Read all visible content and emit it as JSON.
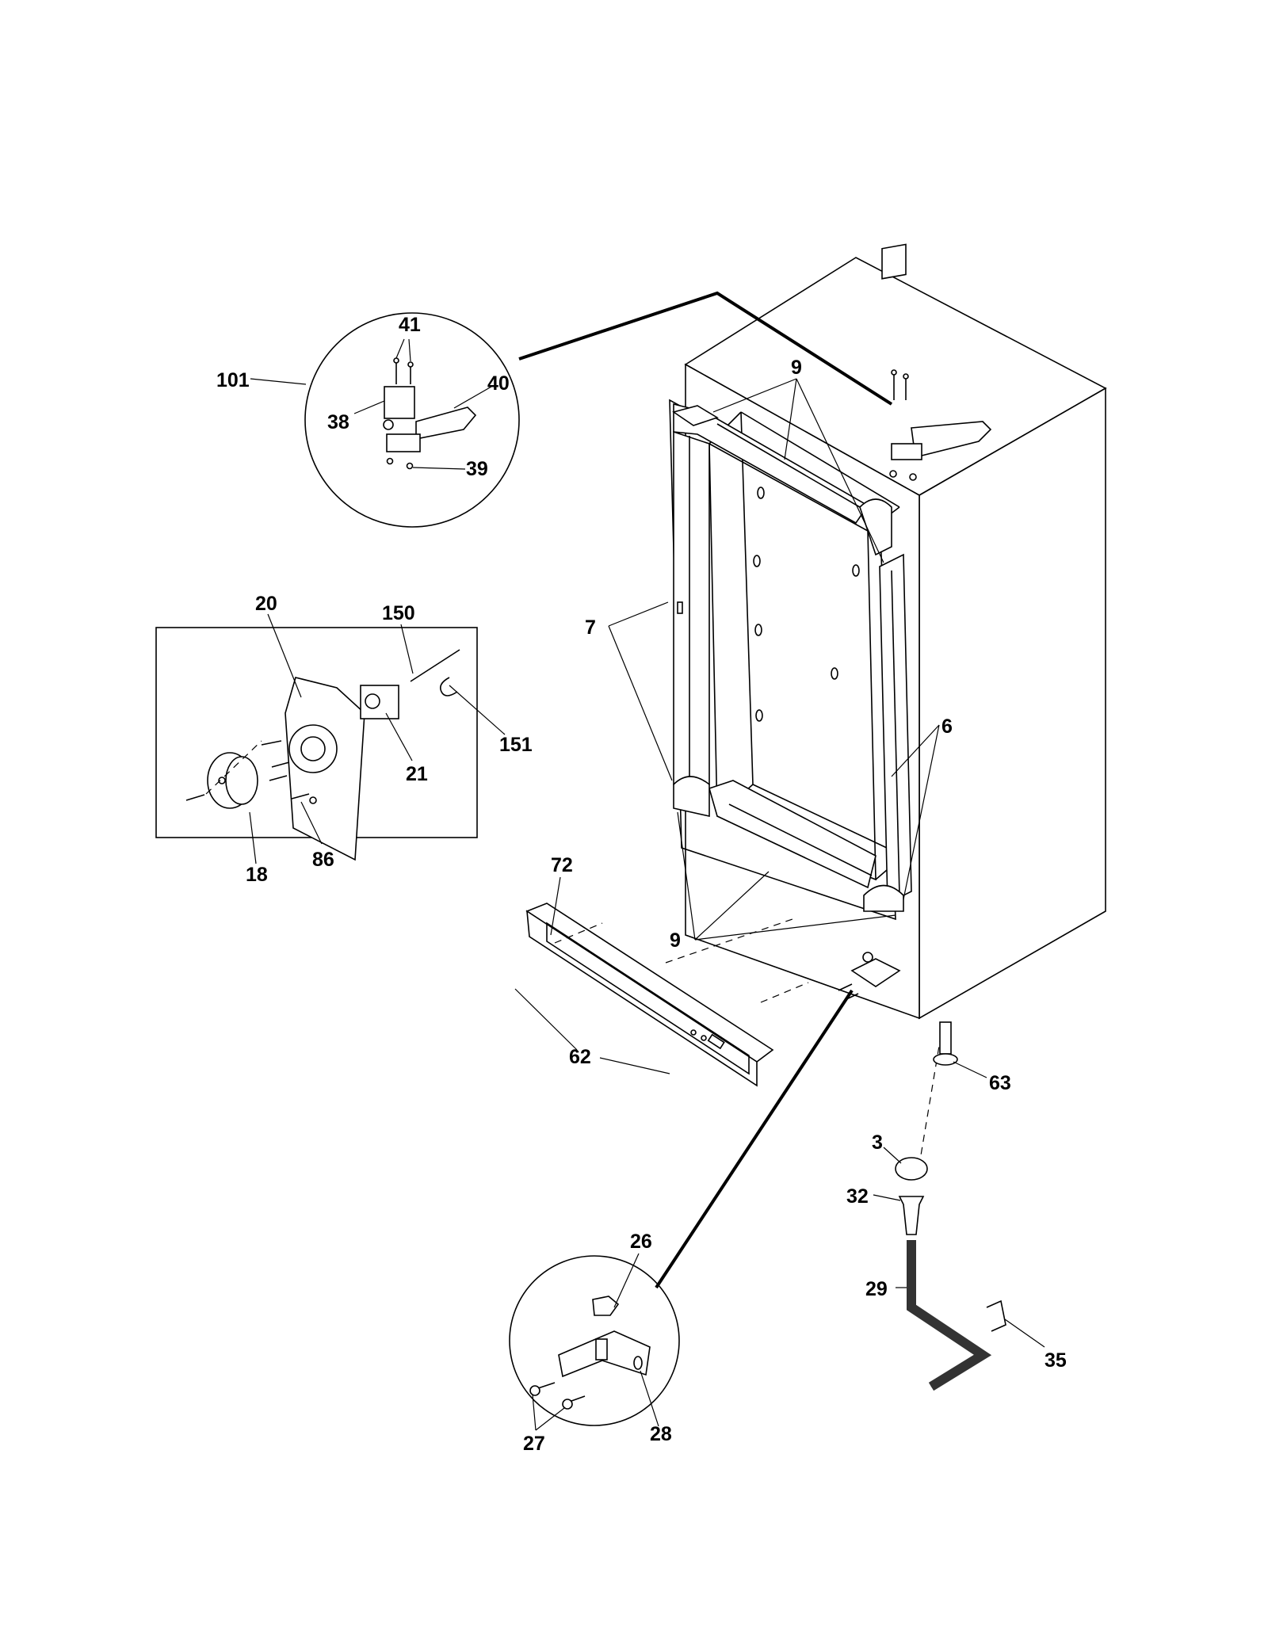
{
  "callouts": [
    {
      "id": "c41",
      "text": "41"
    },
    {
      "id": "c40",
      "text": "40"
    },
    {
      "id": "c101",
      "text": "101"
    },
    {
      "id": "c38",
      "text": "38"
    },
    {
      "id": "c39",
      "text": "39"
    },
    {
      "id": "c9a",
      "text": "9"
    },
    {
      "id": "c20",
      "text": "20"
    },
    {
      "id": "c150",
      "text": "150"
    },
    {
      "id": "c7",
      "text": "7"
    },
    {
      "id": "c151",
      "text": "151"
    },
    {
      "id": "c6",
      "text": "6"
    },
    {
      "id": "c21",
      "text": "21"
    },
    {
      "id": "c18",
      "text": "18"
    },
    {
      "id": "c86",
      "text": "86"
    },
    {
      "id": "c72",
      "text": "72"
    },
    {
      "id": "c9b",
      "text": "9"
    },
    {
      "id": "c62",
      "text": "62"
    },
    {
      "id": "c63",
      "text": "63"
    },
    {
      "id": "c3",
      "text": "3"
    },
    {
      "id": "c32",
      "text": "32"
    },
    {
      "id": "c26",
      "text": "26"
    },
    {
      "id": "c29",
      "text": "29"
    },
    {
      "id": "c35",
      "text": "35"
    },
    {
      "id": "c27",
      "text": "27"
    },
    {
      "id": "c28",
      "text": "28"
    }
  ]
}
